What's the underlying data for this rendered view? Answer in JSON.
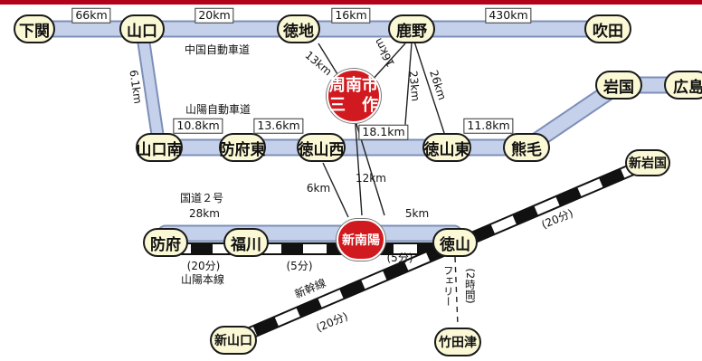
{
  "colors": {
    "road_fill": "#c5d1ea",
    "road_edge": "#7d8fb8",
    "node_fill": "#fbf8d6",
    "highlight": "#d11a1f",
    "rail_dark": "#111111",
    "top_bar": "#b3001b"
  },
  "nodes": {
    "shimonoseki": "下関",
    "yamaguchi": "山口",
    "tokuji": "徳地",
    "kano": "鹿野",
    "suita": "吹田",
    "iwakuni": "岩国",
    "hiroshima": "広島",
    "shunan_sakuta_line1": "周南市",
    "shunan_sakuta_line2": "三　作",
    "yamaguchi_minami": "山口南",
    "hofu_higashi": "防府東",
    "tokuyama_nishi": "徳山西",
    "tokuyama_higashi": "徳山東",
    "kumage": "熊毛",
    "shin_iwakuni": "新岩国",
    "hofu": "防府",
    "fukugawa": "福川",
    "shin_nanyo": "新南陽",
    "tokuyama": "徳山",
    "shin_yamaguchi": "新山口",
    "takedatsu": "竹田津"
  },
  "roads": {
    "chugoku": "中国自動車道",
    "sanyo": "山陽自動車道",
    "route2": "国道２号",
    "sanyo_line": "山陽本線",
    "shinkansen": "新幹線",
    "ferry": "フェリー"
  },
  "distances": {
    "shimonoseki_yamaguchi": "66km",
    "yamaguchi_tokuji": "20km",
    "tokuji_kano": "16km",
    "kano_suita": "430km",
    "yamaguchi_yamaguchiminami": "6.1km",
    "yamaguchiminami_hofuhigashi": "10.8km",
    "hofuhigashi_tokuyamanishi": "13.6km",
    "tokuyamanishi_tokuyamahigashi": "18.1km",
    "tokuyamahigashi_kumage": "11.8km",
    "tokuji_sakuta": "13km",
    "kano_sakuta": "16km",
    "kano_tokuyamahigashi_23": "23km",
    "kano_tokuyamahigashi_26": "26km",
    "tokuyamanishi_shinnanyo": "6km",
    "sakuta_shinnanyo": "12km",
    "hofu_fukugawa": "28km",
    "shinnanyo_tokuyama": "5km"
  },
  "times": {
    "hofu_fukugawa": "(20分)",
    "fukugawa_shinnanyo": "(5分)",
    "shinnanyo_tokuyama": "(5分)",
    "shinkansen_south": "(20分)",
    "shinkansen_north": "(20分)",
    "ferry": "(2時間)"
  }
}
